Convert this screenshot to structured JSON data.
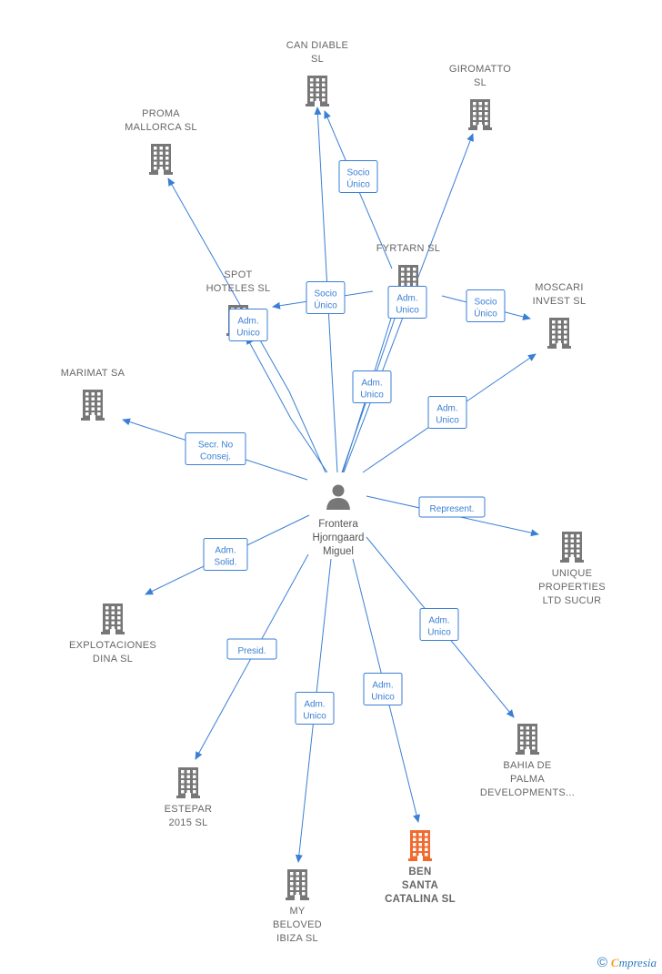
{
  "center": {
    "name": [
      "Frontera",
      "Hjorngaard",
      "Miguel"
    ]
  },
  "colors": {
    "edge": "#3a7fd5",
    "building": "#777777",
    "highlight": "#f26a2e"
  },
  "companies": [
    {
      "id": "can-diable",
      "name": [
        "CAN DIABLE",
        "SL"
      ],
      "highlight": false
    },
    {
      "id": "giromatto",
      "name": [
        "GIROMATTO",
        "SL"
      ],
      "highlight": false
    },
    {
      "id": "proma-mallorca",
      "name": [
        "PROMA",
        "MALLORCA  SL"
      ],
      "highlight": false
    },
    {
      "id": "fyrtarn",
      "name": [
        "FYRTARN  SL"
      ],
      "highlight": false
    },
    {
      "id": "spot-hoteles",
      "name": [
        "SPOT",
        "HOTELES  SL"
      ],
      "highlight": false
    },
    {
      "id": "moscari-invest",
      "name": [
        "MOSCARI",
        "INVEST  SL"
      ],
      "highlight": false
    },
    {
      "id": "marimat",
      "name": [
        "MARIMAT SA"
      ],
      "highlight": false
    },
    {
      "id": "unique-properties",
      "name": [
        "UNIQUE",
        "PROPERTIES",
        "LTD SUCUR"
      ],
      "highlight": false
    },
    {
      "id": "explotaciones-dina",
      "name": [
        "EXPLOTACIONES",
        "DINA  SL"
      ],
      "highlight": false
    },
    {
      "id": "bahia-de-palma",
      "name": [
        "BAHIA DE",
        "PALMA",
        "DEVELOPMENTS..."
      ],
      "highlight": false
    },
    {
      "id": "estepar-2015",
      "name": [
        "ESTEPAR",
        "2015  SL"
      ],
      "highlight": false
    },
    {
      "id": "my-beloved-ibiza",
      "name": [
        "MY",
        "BELOVED",
        "IBIZA SL"
      ],
      "highlight": false
    },
    {
      "id": "ben-santa-catalina",
      "name": [
        "BEN",
        "SANTA",
        "CATALINA  SL"
      ],
      "highlight": true
    }
  ],
  "edges": [
    {
      "from": "center",
      "to": "can-diable",
      "label": []
    },
    {
      "from": "fyrtarn",
      "to": "can-diable",
      "label": [
        "Socio",
        "Único"
      ]
    },
    {
      "from": "center",
      "to": "giromatto",
      "label": []
    },
    {
      "from": "center",
      "to": "proma-mallorca",
      "label": []
    },
    {
      "from": "center",
      "to": "spot-hoteles",
      "label": [
        "Adm.",
        "Unico"
      ]
    },
    {
      "from": "fyrtarn",
      "to": "spot-hoteles",
      "label": [
        "Socio",
        "Único"
      ]
    },
    {
      "from": "center",
      "to": "fyrtarn",
      "label": [
        "Adm.",
        "Unico"
      ]
    },
    {
      "from": "center",
      "to": "fyrtarn",
      "label": [
        "Adm.",
        "Unico"
      ]
    },
    {
      "from": "fyrtarn",
      "to": "moscari-invest",
      "label": [
        "Socio",
        "Único"
      ]
    },
    {
      "from": "center",
      "to": "moscari-invest",
      "label": [
        "Adm.",
        "Unico"
      ]
    },
    {
      "from": "center",
      "to": "marimat",
      "label": [
        "Secr.  No",
        "Consej."
      ]
    },
    {
      "from": "center",
      "to": "unique-properties",
      "label": [
        "Represent."
      ]
    },
    {
      "from": "center",
      "to": "explotaciones-dina",
      "label": [
        "Adm.",
        "Solid."
      ]
    },
    {
      "from": "center",
      "to": "bahia-de-palma",
      "label": [
        "Adm.",
        "Unico"
      ]
    },
    {
      "from": "center",
      "to": "estepar-2015",
      "label": [
        "Presid."
      ]
    },
    {
      "from": "center",
      "to": "my-beloved-ibiza",
      "label": [
        "Adm.",
        "Unico"
      ]
    },
    {
      "from": "center",
      "to": "ben-santa-catalina",
      "label": [
        "Adm.",
        "Unico"
      ]
    }
  ],
  "footer": {
    "copyright": "©",
    "brand_initial": "C",
    "brand_rest": "mpresia"
  }
}
